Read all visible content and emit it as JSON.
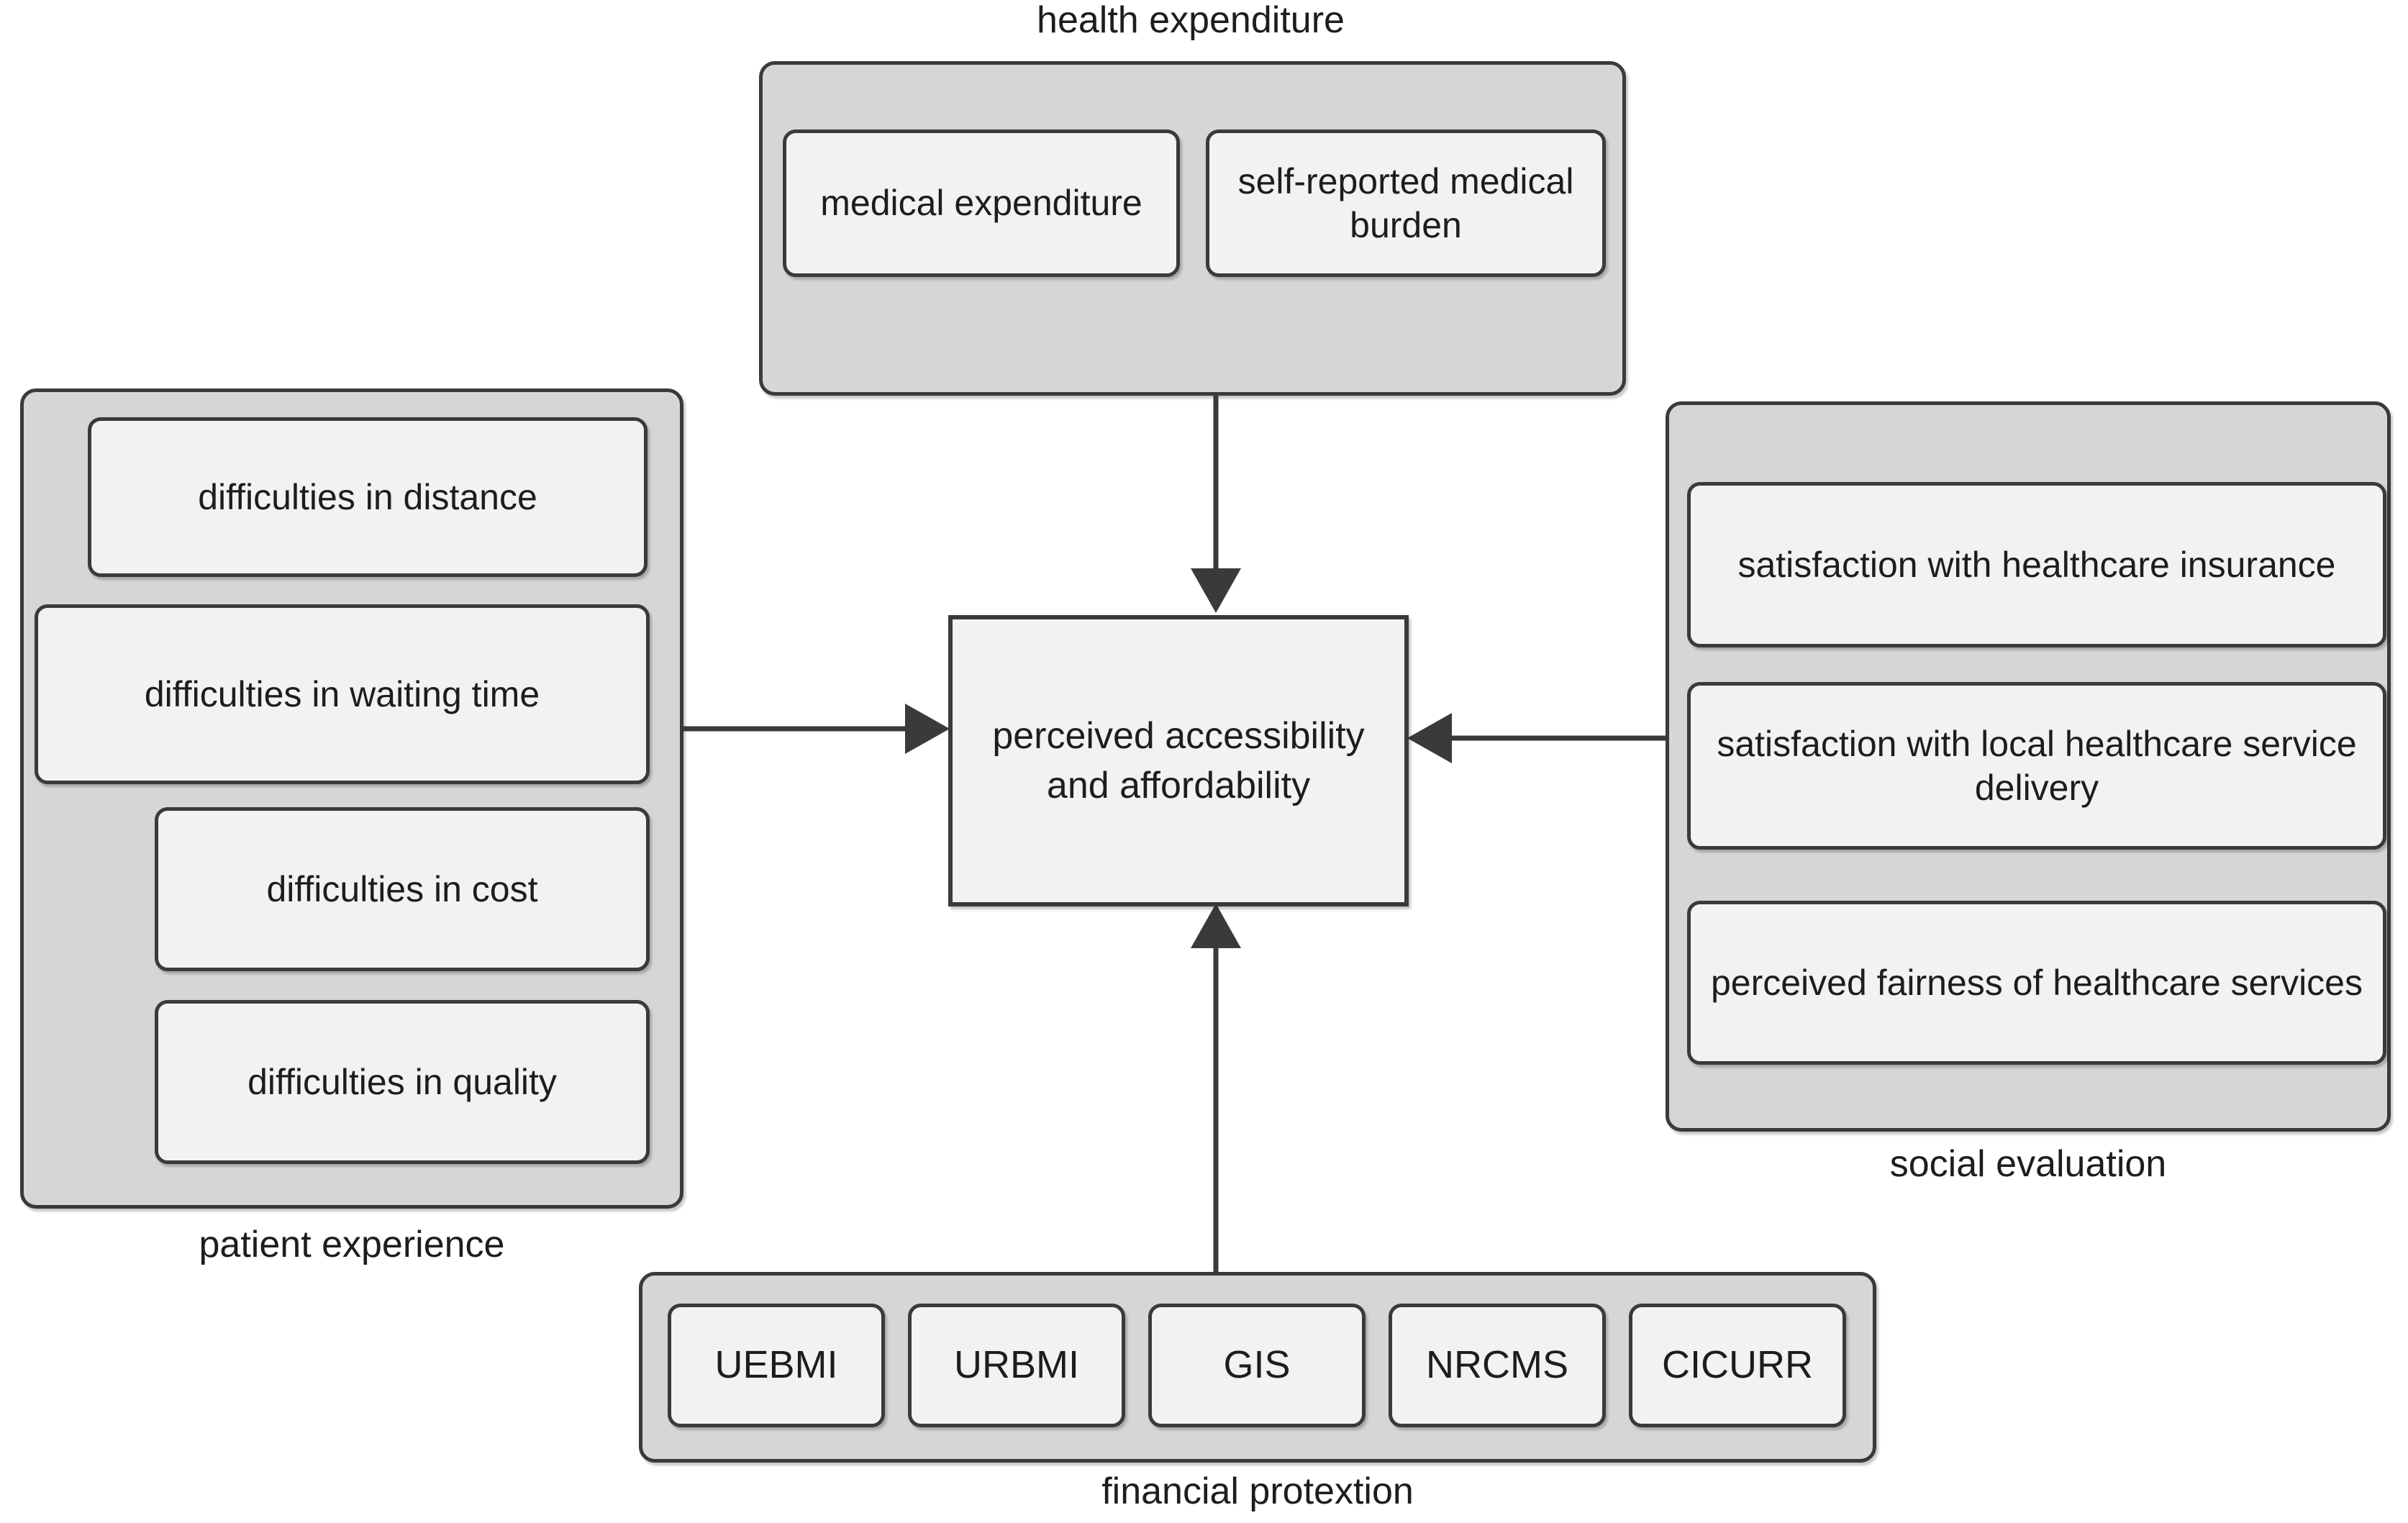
{
  "diagram": {
    "center": {
      "label": "perceived accessibility and affordability"
    },
    "groups": {
      "health_expenditure": {
        "caption": "health expenditure",
        "items": [
          {
            "label": "medical expenditure"
          },
          {
            "label": "self-reported medical burden"
          }
        ]
      },
      "patient_experience": {
        "caption": "patient experience",
        "items": [
          {
            "label": "difficulties in distance"
          },
          {
            "label": "difficulties in waiting time"
          },
          {
            "label": "difficulties in cost"
          },
          {
            "label": "difficulties in quality"
          }
        ]
      },
      "social_evaluation": {
        "caption": "social evaluation",
        "items": [
          {
            "label": "satisfaction with healthcare insurance"
          },
          {
            "label": "satisfaction with local healthcare service delivery"
          },
          {
            "label": "perceived fairness of healthcare services"
          }
        ]
      },
      "financial_protection": {
        "caption": "financial protextion",
        "items": [
          {
            "label": "UEBMI"
          },
          {
            "label": "URBMI"
          },
          {
            "label": "GIS"
          },
          {
            "label": "NRCMS"
          },
          {
            "label": "CICURR"
          }
        ]
      }
    },
    "arrows": [
      {
        "name": "arrow-health-expenditure-to-center",
        "direction": "down"
      },
      {
        "name": "arrow-patient-experience-to-center",
        "direction": "right"
      },
      {
        "name": "arrow-social-evaluation-to-center",
        "direction": "left"
      },
      {
        "name": "arrow-financial-protection-to-center",
        "direction": "up"
      }
    ],
    "colors": {
      "panel_fill": "#d6d6d6",
      "item_fill": "#f2f2f2",
      "stroke": "#3a3a3a",
      "text": "#1d1d1d",
      "background": "#ffffff"
    }
  }
}
